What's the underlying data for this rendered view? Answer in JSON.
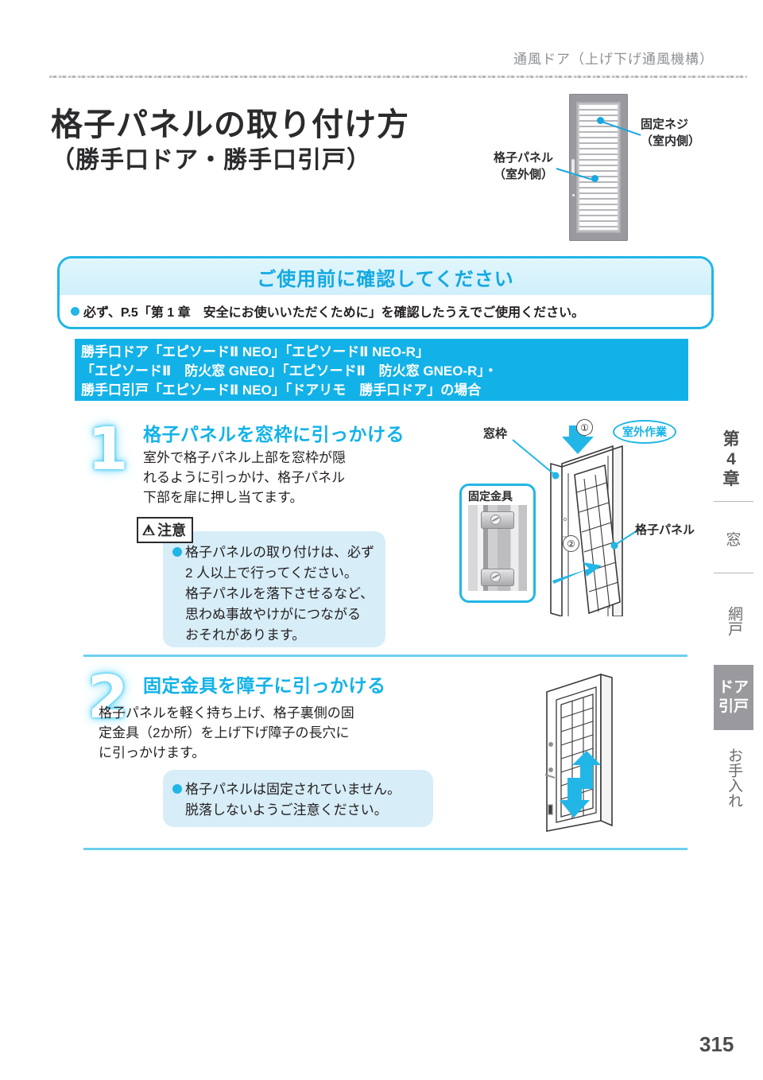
{
  "header": {
    "running_title": "通風ドア（上げ下げ通風機構）"
  },
  "title": {
    "main": "格子パネルの取り付け方",
    "sub": "（勝手口ドア・勝手口引戸）"
  },
  "top_figure": {
    "label_screw": "固定ネジ",
    "label_screw_sub": "（室内側）",
    "label_panel": "格子パネル",
    "label_panel_sub": "（室外側）"
  },
  "notice": {
    "heading": "ご使用前に確認してください",
    "body": "必ず、P.5「第 1 章　安全にお使いいただくために」を確認したうえでご使用ください。"
  },
  "banner": {
    "line1": "勝手口ドア「エピソードⅡ NEO」「エピソードⅡ NEO-R」",
    "line2": "「エピソードⅡ　防火窓 GNEO」「エピソードⅡ　防火窓 GNEO-R」・",
    "line3": "勝手口引戸「エピソードⅡ NEO」「ドアリモ　勝手口ドア」の場合"
  },
  "steps": [
    {
      "number": "1",
      "heading": "格子パネルを窓枠に引っかける",
      "body_lines": [
        "室外で格子パネル上部を窓枠が隠",
        "れるように引っかけ、格子パネル",
        "下部を扉に押し当てます。"
      ],
      "caution": {
        "label": "注意",
        "lines": [
          "格子パネルの取り付けは、必ず",
          "2 人以上で行ってください。",
          "格子パネルを落下させるなど、",
          "思わぬ事故やけがにつながる",
          "おそれがあります。"
        ]
      },
      "figure": {
        "label_frame": "窓枠",
        "label_panel": "格子パネル",
        "label_outdoor": "室外作業",
        "label_bracket": "固定金具",
        "step_marker_1": "①",
        "step_marker_2": "②"
      }
    },
    {
      "number": "2",
      "heading": "固定金具を障子に引っかける",
      "body_lines": [
        "格子パネルを軽く持ち上げ、格子裏側の固",
        "定金具（2か所）を上げ下げ障子の長穴に",
        "に引っかけます。"
      ],
      "note": {
        "lines": [
          "格子パネルは固定されていません。",
          "脱落しないようご注意ください。"
        ]
      }
    }
  ],
  "sidebar": {
    "chapter_lines": [
      "第",
      "4",
      "章"
    ],
    "tabs": [
      {
        "label": "窓",
        "active": false
      },
      {
        "label": "網戸",
        "active": false
      },
      {
        "label": "ドア\n引戸",
        "active": true
      },
      {
        "label": "お手入れ",
        "active": false
      }
    ],
    "tab_door_line1": "ドア",
    "tab_door_line2": "引戸"
  },
  "page_number": "315",
  "colors": {
    "accent_cyan": "#12b2e8",
    "light_blue_box": "#d7edf7",
    "rule_blue": "#6dcff0",
    "gray_tab": "#9a9a9e"
  }
}
